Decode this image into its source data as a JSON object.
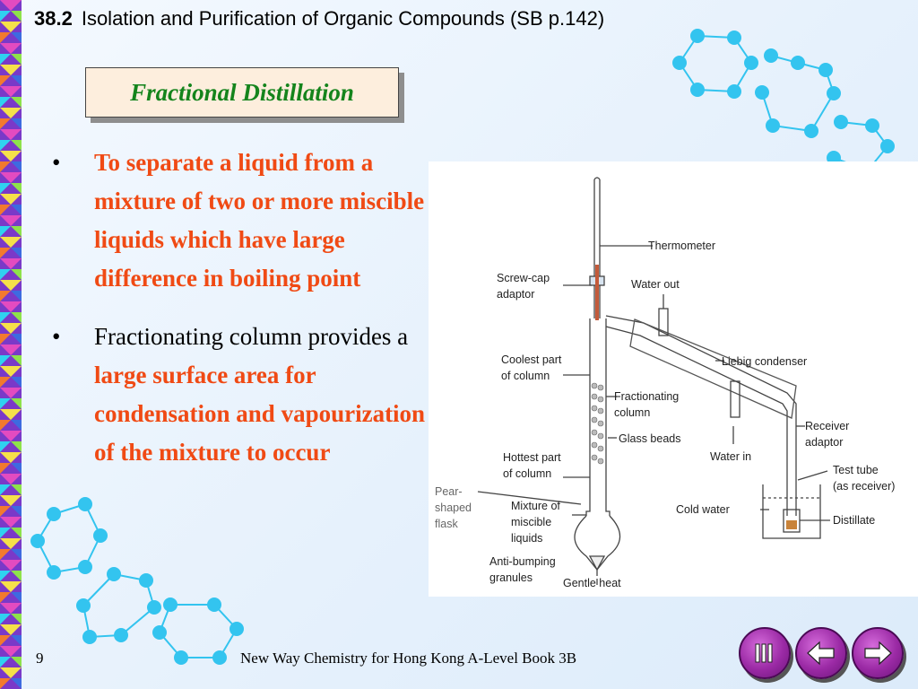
{
  "header": {
    "section_number": "38.2",
    "title": "Isolation and Purification of Organic Compounds (SB p.142)"
  },
  "slide_title": "Fractional Distillation",
  "bullets": [
    {
      "segments": [
        {
          "text": "To separate a liquid from a mixture of two or more miscible liquids which have large difference in boiling point",
          "highlight": true
        }
      ]
    },
    {
      "segments": [
        {
          "text": "Fractionating column provides a ",
          "highlight": false
        },
        {
          "text": "large surface area for condensation and vapourization of the mixture to occur",
          "highlight": true
        }
      ]
    }
  ],
  "diagram": {
    "labels": {
      "thermometer": "Thermometer",
      "screw_cap_1": "Screw-cap",
      "screw_cap_2": "adaptor",
      "water_out": "Water out",
      "coolest_1": "Coolest part",
      "coolest_2": "of column",
      "liebig": "Liebig condenser",
      "fract_1": "Fractionating",
      "fract_2": "column",
      "receiver_1": "Receiver",
      "receiver_2": "adaptor",
      "glass_beads": "Glass beads",
      "water_in": "Water in",
      "hottest_1": "Hottest part",
      "hottest_2": "of column",
      "test_tube_1": "Test tube",
      "test_tube_2": "(as receiver)",
      "pear_1": "Pear-",
      "pear_2": "shaped",
      "pear_3": "flask",
      "mixture_1": "Mixture of",
      "mixture_2": "miscible",
      "mixture_3": "liquids",
      "cold_water": "Cold water",
      "distillate": "Distillate",
      "anti_1": "Anti-bumping",
      "anti_2": "granules",
      "gentle_heat": "Gentle heat"
    }
  },
  "footer": {
    "page_number": "9",
    "book": "New Way Chemistry for Hong Kong A-Level Book 3B"
  },
  "nav": {
    "first": "first-slide",
    "back": "previous-slide",
    "forward": "next-slide"
  },
  "colors": {
    "highlight": "#f04a14",
    "title": "#14841c",
    "nav": "#9b2aa5",
    "molecule": "#33c4ef"
  }
}
